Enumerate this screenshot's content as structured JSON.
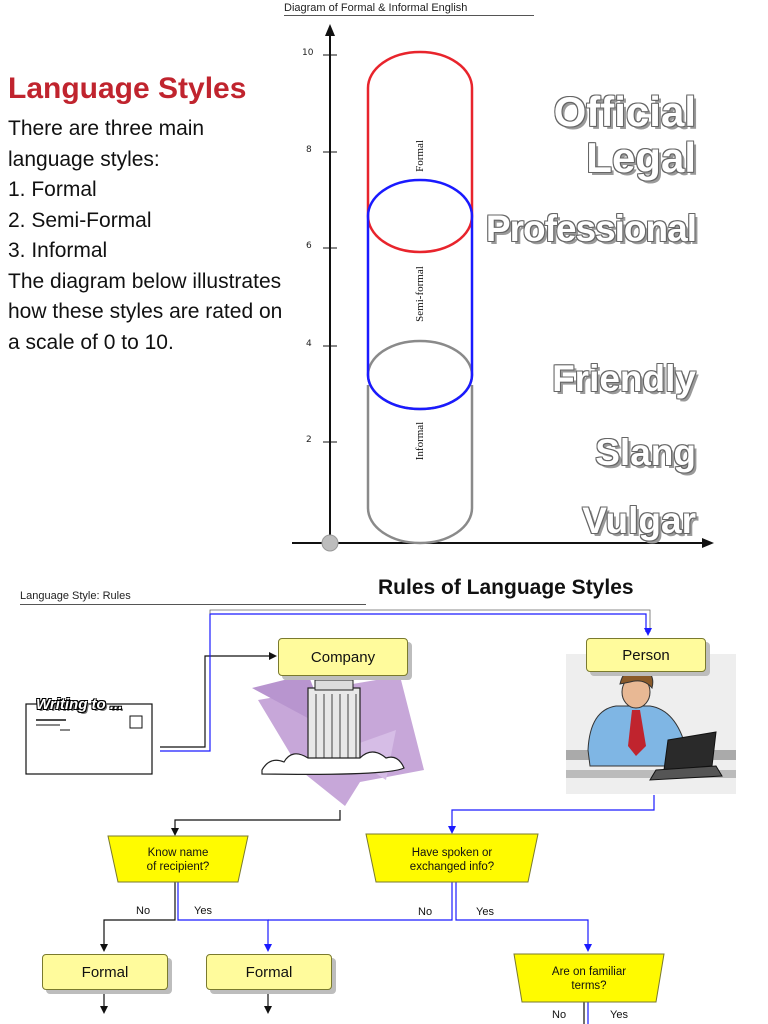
{
  "diagram": {
    "title": "Diagram of Formal & Informal English",
    "ticks": [
      "10",
      "8",
      "6",
      "4",
      "2"
    ],
    "bands": {
      "formal": "Formal",
      "semi_formal": "Semi-formal",
      "informal": "Informal"
    },
    "words": [
      "Official",
      "Legal",
      "Professional",
      "Friendly",
      "Slang",
      "Vulgar"
    ],
    "colors": {
      "formal": "#e8242c",
      "semi_formal": "#1a1aff",
      "informal": "#8a8a8a"
    }
  },
  "intro": {
    "heading": "Language Styles",
    "lines": [
      "There are three main",
      "language styles:",
      "1. Formal",
      "2. Semi-Formal",
      "3. Informal",
      "The diagram below illustrates",
      "how these styles are rated on",
      "a scale of 0 to 10."
    ]
  },
  "rules": {
    "heading": "Rules of Language Styles",
    "subtitle": "Language Style: Rules",
    "writing_to": "Writing to ...",
    "company": "Company",
    "person": "Person",
    "q_company": [
      "Know name",
      "of recipient?"
    ],
    "q_person": [
      "Have spoken or",
      "exchanged info?"
    ],
    "q_familiar": [
      "Are on familiar",
      "terms?"
    ],
    "no": "No",
    "yes": "Yes",
    "formal_a": "Formal",
    "formal_b": "Formal"
  }
}
